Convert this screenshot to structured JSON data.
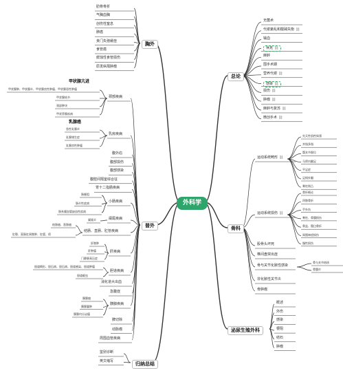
{
  "root": "外科学",
  "branches": {
    "zonglun": {
      "label": "总论",
      "items": [
        {
          "text": "无菌术"
        },
        {
          "text": "代谢紊乱和酸碱失衡",
          "attach": true
        },
        {
          "text": "输血"
        },
        {
          "text": "休克",
          "attach": true,
          "boxed": true
        },
        {
          "text": "麻醉"
        },
        {
          "text": "围手术期"
        },
        {
          "text": "营养代谢",
          "attach": true
        },
        {
          "text": "感染",
          "attach": true,
          "boxed": true
        },
        {
          "text": "损伤",
          "attach": true
        },
        {
          "text": "肿瘤",
          "attach": true
        },
        {
          "text": "麻醉与复苏",
          "attach": true
        },
        {
          "text": "微创手术",
          "attach": true
        }
      ]
    },
    "guke": {
      "label": "骨科",
      "groups": [
        {
          "text": "运动系统畸形",
          "attach": true,
          "children": [
            "先天性肌性斜颈",
            "并指多指",
            "髋关节脱位",
            "马蹄内翻足",
            "平足症",
            "足拇外翻",
            "脊柱侧凸"
          ]
        },
        {
          "text": "运动系统损伤",
          "attach": true,
          "children": [
            "骨折概论",
            "四肢骨折",
            "手外伤",
            "脊柱、骨髓损伤",
            "骨盆、髋臼骨折",
            "周围神经损伤",
            "慢性损伤"
          ]
        },
        {
          "text": "股骨头坏死"
        },
        {
          "text": "椎间盘突出症"
        },
        {
          "text": "骨与关节化脓性感染",
          "children": [
            "骨与关节结核",
            "骨髓炎"
          ]
        },
        {
          "text": "非化脓性关节炎"
        },
        {
          "text": "骨肿瘤"
        }
      ]
    },
    "miniao": {
      "label": "泌尿生殖外科",
      "items": [
        "概述",
        "外伤",
        "感染",
        "梗阻",
        "结石",
        "肿瘤"
      ]
    },
    "xiongwai": {
      "label": "胸外",
      "items": [
        "肋骨骨折",
        "气胸血胸",
        "创伤性窒息",
        "肺癌",
        "贲门失弛缓症",
        "食管癌",
        "腐蚀性食管损伤",
        "原发纵隔肿瘤"
      ]
    },
    "waike": {
      "label": "普外",
      "jiazhuangxian": {
        "label": "颈部疾病",
        "title": "甲状腺亢进",
        "rows": [
          "甲状腺肿、甲状腺炎、甲状腺良性肿瘤、甲状腺恶性肿瘤",
          "甲状腺结节",
          "颈部肿块",
          "甲状旁腺疾病"
        ]
      },
      "rufang": {
        "label": "乳房疾病",
        "title": "乳腺癌",
        "rows": [
          "急性乳腺炎",
          "乳腺增生症",
          "乳腺良性肿瘤"
        ]
      },
      "items": [
        "腹外疝",
        "腹部损伤",
        "腹部感染",
        "腹腔间隔室综合征",
        "胃十二指肠疾病"
      ],
      "xiaochang": {
        "label": "小肠疾病",
        "rows": [
          "肠梗阻",
          "肠炎性疾病",
          "肠系膜血管缺血性疾病"
        ]
      },
      "lanwei": {
        "label": "阑尾疾病",
        "rows": [
          "阑尾炎"
        ]
      },
      "jiezhichang": {
        "label": "结肠、直肠、肛管疾病",
        "rows": [
          "结肠癌、直肠癌",
          "肛裂、直肠肛周脓肿、肛瘘、痔"
        ]
      },
      "gan": {
        "label": "肝疾病",
        "rows": [
          "肝脓肿",
          "肝肿瘤",
          "门静脉高压症"
        ]
      },
      "dandao": {
        "label": "胆道疾病",
        "rows": [
          "胆道畸形、胆石病、胆石病、胆道感染、胆道肿瘤",
          "胆道蛔虫"
        ]
      },
      "items2": [
        "消化道大出血",
        "急腹症"
      ],
      "yixian": {
        "label": "胰腺疾病",
        "rows": [
          "胰腺癌",
          "胰腺囊肿",
          "胰腺内分泌瘤"
        ]
      },
      "items3": [
        "脾切除",
        "动脉瘤",
        "周围血管疾病"
      ]
    },
    "guina": {
      "label": "归纳总结",
      "items": [
        "鉴别诊断",
        "英文缩写"
      ]
    }
  },
  "colors": {
    "root": "#2fa56b",
    "line": "#333333",
    "box": "#3fae6c"
  }
}
